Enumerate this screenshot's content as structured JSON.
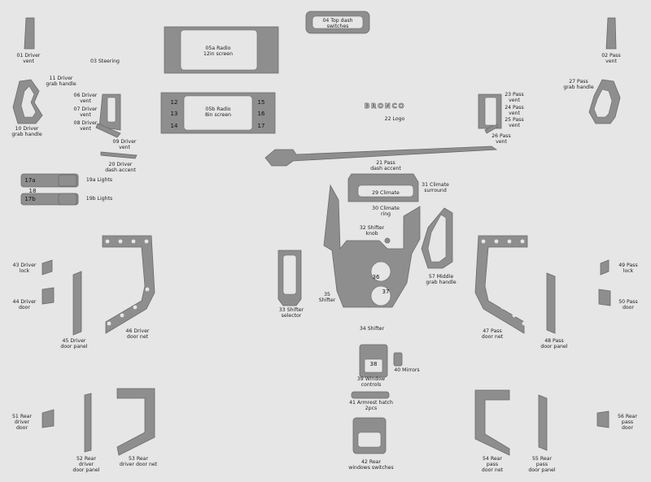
{
  "colors": {
    "background": "#e6e6e6",
    "part_fill": "#8e8e8e",
    "part_stroke": "#6b6b6b",
    "inner_fill": "#e6e6e6",
    "text": "#222222"
  },
  "labels": {
    "p01": "01 Driver\nvent",
    "p02": "02 Pass\nvent",
    "p03": "03 Steering",
    "p04": "04 Top dash\nswitches",
    "p05a": "05a Radio\n12in screen",
    "p05b": "05b Radio\n8in screen",
    "p06": "06 Driver\nvent",
    "p07": "07 Driver\nvent",
    "p08": "08 Driver\nvent",
    "p09": "09 Driver\nvent",
    "p10": "10 Driver\ngrab handle",
    "p11": "11 Driver\ngrab handle",
    "p17a": "17a",
    "p17b": "17b",
    "p18": "18",
    "p19a": "19a Lights",
    "p19b": "19b Lights",
    "p20": "20 Driver\ndash accent",
    "p21": "21 Pass\ndash accent",
    "p22": "22 Logo",
    "p23": "23 Pass\nvent",
    "p24": "24 Pass\nvent",
    "p25": "25 Pass\nvent",
    "p26": "26 Pass\nvent",
    "p27": "27 Pass\ngrab handle",
    "p29": "29 Climate",
    "p30": "30 Climate\nring",
    "p31": "31 Climate\nsurround",
    "p32": "32 Shifter\nknob",
    "p33": "33 Shifter\nselector",
    "p34": "34 Shifter",
    "p35": "35\nShifter",
    "p36": "36",
    "p37": "37",
    "p38": "38",
    "p39": "39 Window\ncontrols",
    "p40": "40 Mirrors",
    "p41": "41 Armrest hatch\n2pcs",
    "p42": "42 Rear\nwindows switches",
    "p43": "43 Driver\nlock",
    "p44": "44 Driver\ndoor",
    "p45": "45 Driver\ndoor panel",
    "p46": "46 Driver\ndoor net",
    "p47": "47 Pass\ndoor net",
    "p48": "48 Pass\ndoor panel",
    "p49": "49 Pass\nlock",
    "p50": "50 Pass\ndoor",
    "p51": "51 Rear\ndriver\ndoor",
    "p52": "52 Rear\ndriver\ndoor panel",
    "p53": "53 Rear\ndriver door net",
    "p54": "54 Rear\npass\ndoor net",
    "p55": "55 Rear\npass\ndoor panel",
    "p56": "56 Rear\npass\ndoor",
    "p57": "57 Middle\ngrab handle"
  },
  "tags": {
    "t12": "12",
    "t13": "13",
    "t14": "14",
    "t15": "15",
    "t16": "16",
    "t17": "17"
  },
  "logo_text": "BRONCO"
}
